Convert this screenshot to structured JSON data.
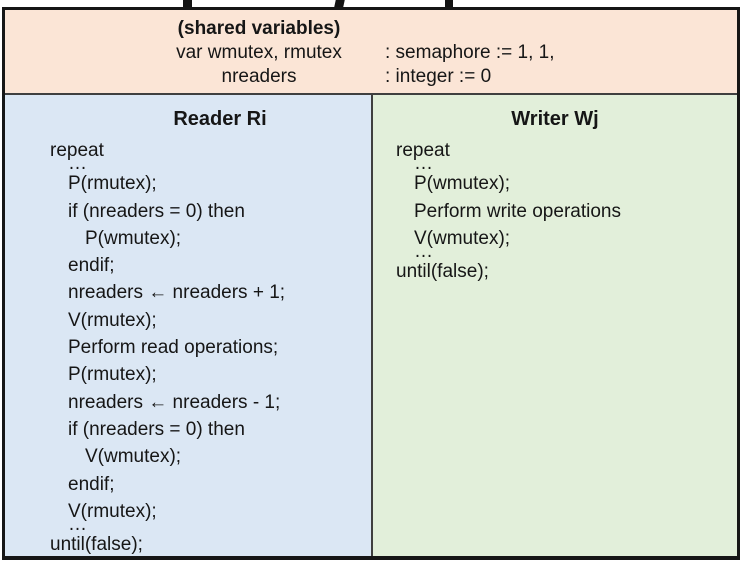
{
  "colors": {
    "shared_band_bg": "#fbe5d6",
    "reader_panel_bg": "#dbe7f4",
    "writer_panel_bg": "#e2efda",
    "outer_border": "#161616",
    "divider": "#3f3f3f",
    "text": "#161616"
  },
  "shared": {
    "heading": "(shared variables)",
    "rows": [
      {
        "names": "var wmutex, rmutex",
        "decl": ": semaphore := 1, 1,"
      },
      {
        "names": "nreaders",
        "decl": ": integer := 0"
      }
    ]
  },
  "reader": {
    "title": "Reader Ri",
    "lines": [
      {
        "text": "repeat",
        "indent": 0
      },
      {
        "text": "…",
        "indent": 1,
        "tight": true
      },
      {
        "text": "P(rmutex);",
        "indent": 1
      },
      {
        "text": "if (nreaders = 0) then",
        "indent": 1
      },
      {
        "text": "P(wmutex);",
        "indent": 2
      },
      {
        "text": "endif;",
        "indent": 1
      },
      {
        "text": "nreaders ← nreaders + 1;",
        "indent": 1
      },
      {
        "text": "V(rmutex);",
        "indent": 1
      },
      {
        "text": "Perform read operations;",
        "indent": 1
      },
      {
        "text": "P(rmutex);",
        "indent": 1
      },
      {
        "text": "nreaders ← nreaders - 1;",
        "indent": 1
      },
      {
        "text": "if (nreaders = 0) then",
        "indent": 1
      },
      {
        "text": "V(wmutex);",
        "indent": 2
      },
      {
        "text": "endif;",
        "indent": 1
      },
      {
        "text": "V(rmutex);",
        "indent": 1
      },
      {
        "text": "…",
        "indent": 1,
        "tight": true
      },
      {
        "text": "until(false);",
        "indent": 0
      }
    ]
  },
  "writer": {
    "title": "Writer Wj",
    "lines": [
      {
        "text": "repeat",
        "indent": 0
      },
      {
        "text": "…",
        "indent": 1,
        "tight": true
      },
      {
        "text": "P(wmutex);",
        "indent": 1
      },
      {
        "text": "Perform write operations",
        "indent": 1
      },
      {
        "text": "V(wmutex);",
        "indent": 1
      },
      {
        "text": "…",
        "indent": 1,
        "tight": true
      },
      {
        "text": "until(false);",
        "indent": 0
      }
    ]
  }
}
